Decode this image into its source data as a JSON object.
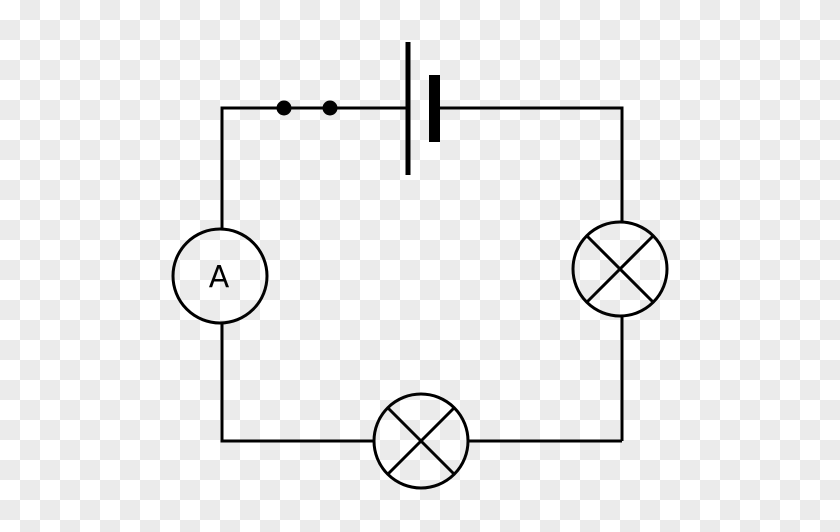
{
  "diagram": {
    "type": "series circuit",
    "components": [
      {
        "name": "battery",
        "icon": "battery-cell-icon"
      },
      {
        "name": "switch",
        "icon": "open-switch-icon"
      },
      {
        "name": "ammeter",
        "icon": "ammeter-icon",
        "label": "A"
      },
      {
        "name": "lamp-right",
        "icon": "lamp-icon"
      },
      {
        "name": "lamp-bottom",
        "icon": "lamp-icon"
      }
    ],
    "stroke_color": "#000000"
  }
}
